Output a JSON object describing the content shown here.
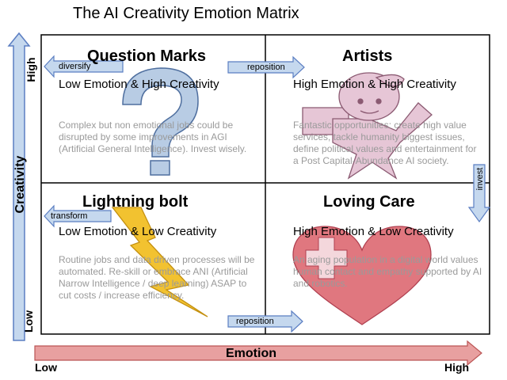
{
  "title": "The AI Creativity Emotion Matrix",
  "axes": {
    "x_label": "Emotion",
    "x_low": "Low",
    "x_high": "High",
    "y_label": "Creativity",
    "y_low": "Low",
    "y_high": "High"
  },
  "quadrants": {
    "top_left": {
      "title": "Question Marks",
      "subtitle": "Low Emotion & High Creativity",
      "description": "Complex but non emotional jobs could be disrupted by some improvements in AGI (Artificial General Intelligence). Invest wisely."
    },
    "top_right": {
      "title": "Artists",
      "subtitle": "High Emotion & High Creativity",
      "description": "Fantastic opportunities: create high value services, tackle humanity biggest issues, define political values and entertainment for a Post Capital-Abundance AI society."
    },
    "bottom_left": {
      "title": "Lightning bolt",
      "subtitle": "Low Emotion & Low Creativity",
      "description": "Routine jobs and data driven processes will be automated. Re-skill or embrace ANI (Artificial Narrow Intelligence / deep learning) ASAP to cut costs / increase efficiency."
    },
    "bottom_right": {
      "title": "Loving Care",
      "subtitle": "High Emotion & Low Creativity",
      "description": "An aging population in a digital world values human contact and empathy supported by AI and robotics."
    }
  },
  "arrows": {
    "diversify": "diversify",
    "reposition_top": "reposition",
    "invest": "invest",
    "transform": "transform",
    "reposition_bottom": "reposition"
  },
  "colors": {
    "axis_fill": "#e8a0a0",
    "axis_fill_blue": "#c5d8ee",
    "axis_stroke": "#5b7ec2",
    "question_mark": "#b8cce4",
    "artist_figure": "#e6c6d6",
    "lightning": "#f2c230",
    "heart": "#e0777f",
    "grid": "#000000"
  },
  "icons": [
    "question-mark-icon",
    "artist-figure-icon",
    "lightning-bolt-icon",
    "heart-icon"
  ]
}
